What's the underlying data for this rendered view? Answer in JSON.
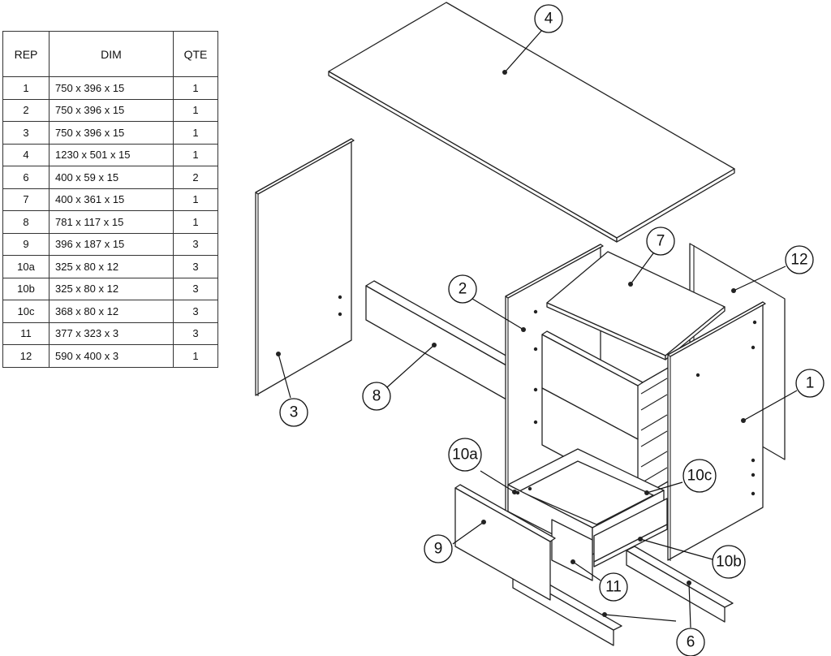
{
  "table": {
    "headers": {
      "rep": "REP",
      "dim": "DIM",
      "qte": "QTE"
    },
    "rows": [
      {
        "rep": "1",
        "dim": "750 x 396 x 15",
        "qte": "1"
      },
      {
        "rep": "2",
        "dim": "750 x 396 x 15",
        "qte": "1"
      },
      {
        "rep": "3",
        "dim": "750 x 396 x 15",
        "qte": "1"
      },
      {
        "rep": "4",
        "dim": "1230 x 501 x 15",
        "qte": "1"
      },
      {
        "rep": "6",
        "dim": "400 x 59 x 15",
        "qte": "2"
      },
      {
        "rep": "7",
        "dim": "400 x 361 x 15",
        "qte": "1"
      },
      {
        "rep": "8",
        "dim": "781 x 117 x 15",
        "qte": "1"
      },
      {
        "rep": "9",
        "dim": "396 x 187 x 15",
        "qte": "3"
      },
      {
        "rep": "10a",
        "dim": "325 x 80 x 12",
        "qte": "3"
      },
      {
        "rep": "10b",
        "dim": "325 x 80 x 12",
        "qte": "3"
      },
      {
        "rep": "10c",
        "dim": "368 x 80 x 12",
        "qte": "3"
      },
      {
        "rep": "11",
        "dim": "377 x 323 x 3",
        "qte": "3"
      },
      {
        "rep": "12",
        "dim": "590 x 400 x 3",
        "qte": "1"
      }
    ]
  },
  "callouts": {
    "p1": "1",
    "p2": "2",
    "p3": "3",
    "p4": "4",
    "p6": "6",
    "p7": "7",
    "p8": "8",
    "p9": "9",
    "p10a": "10a",
    "p10b": "10b",
    "p10c": "10c",
    "p11": "11",
    "p12": "12"
  }
}
